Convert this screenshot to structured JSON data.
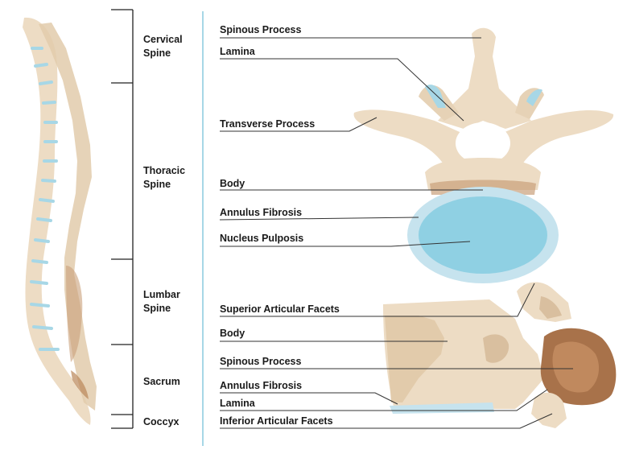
{
  "regions": [
    {
      "line1": "Cervical",
      "line2": "Spine"
    },
    {
      "line1": "Thoracic",
      "line2": "Spine"
    },
    {
      "line1": "Lumbar",
      "line2": "Spine"
    },
    {
      "line1": "Sacrum",
      "line2": ""
    },
    {
      "line1": "Coccyx",
      "line2": ""
    }
  ],
  "top_vertebra_labels": [
    "Spinous Process",
    "Lamina",
    "Transverse Process",
    "Body",
    "Annulus Fibrosis",
    "Nucleus Pulposis"
  ],
  "side_vertebra_labels": [
    "Superior Articular Facets",
    "Body",
    "Spinous Process",
    "Annulus Fibrosis",
    "Lamina",
    "Inferior Articular Facets"
  ],
  "colors": {
    "bone": "#eddcc4",
    "bone_shade": "#d9bf9f",
    "bone_dark": "#a8724a",
    "disc_nucleus": "#8fd0e3",
    "disc_annulus": "#c6e3ee",
    "divider": "#a7d7e6"
  }
}
